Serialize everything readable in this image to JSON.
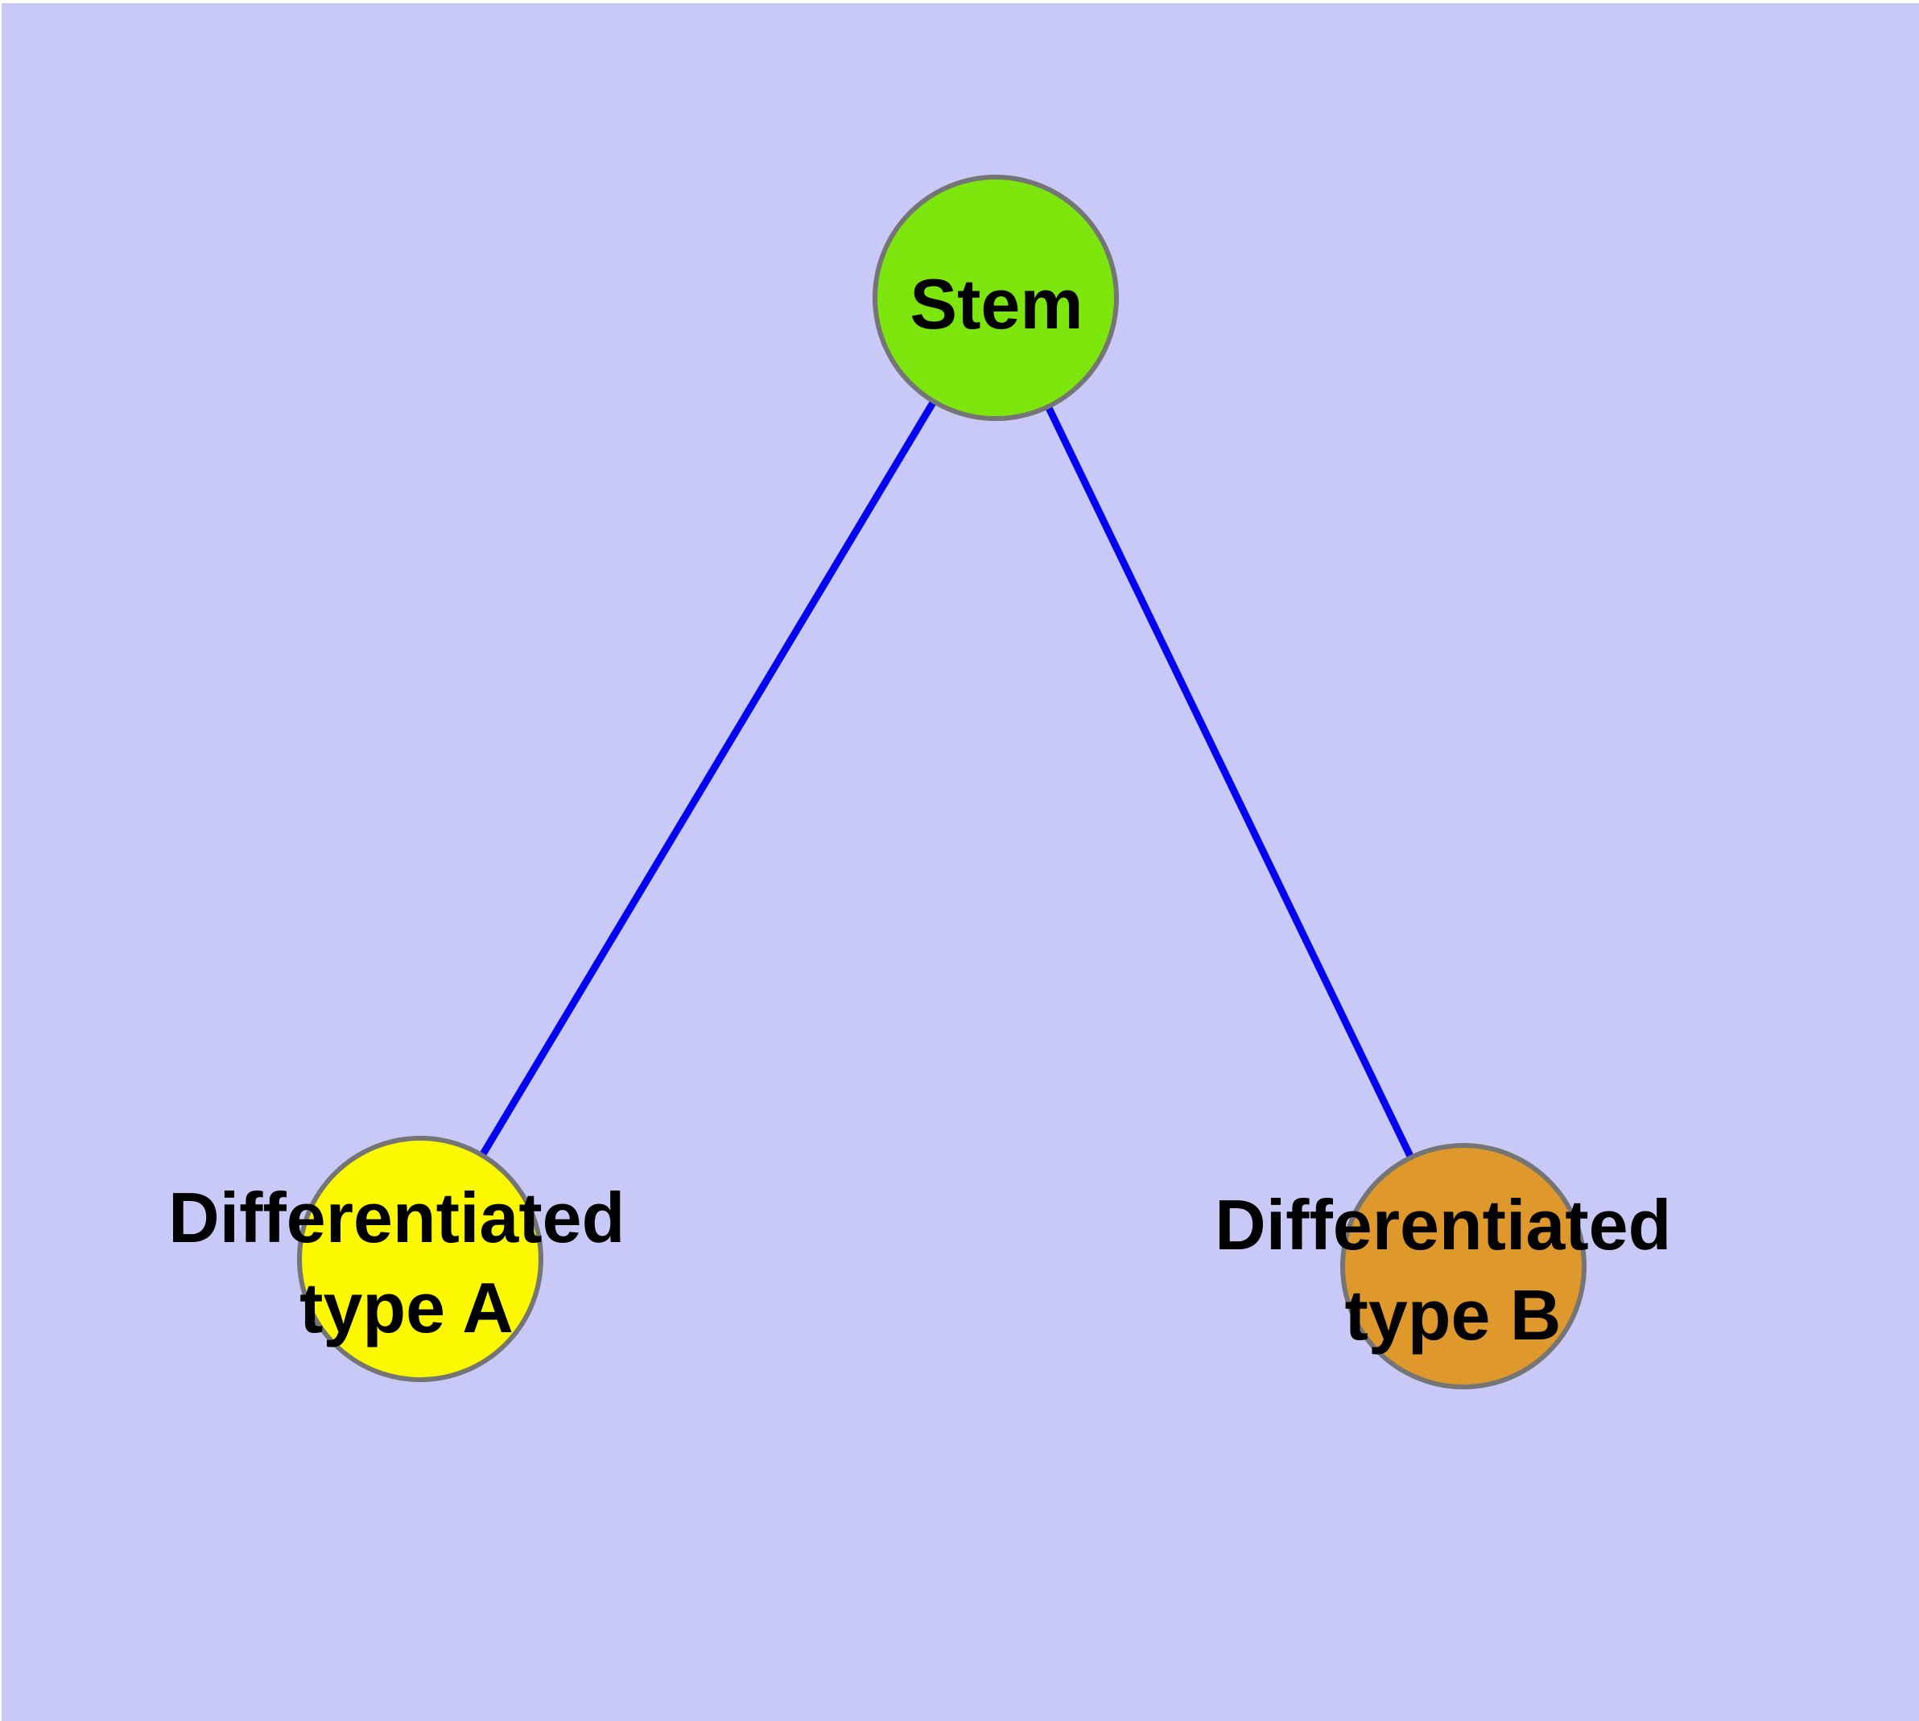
{
  "figure": {
    "type": "node-link-graph",
    "background_color": "#C9C9F8",
    "margin_color": "#FFFFFF",
    "edge_color": "#0303F2",
    "node_border_color": "#757575",
    "label_color": "#000000"
  },
  "nodes": {
    "stem": {
      "label": "Stem",
      "color": "#7DE60D"
    },
    "type_a": {
      "label": "Differentiated type A",
      "line1": "Differentiated",
      "line2": "type A",
      "color": "#FBF800"
    },
    "type_b": {
      "label": "Differentiated type B",
      "line1": "Differentiated",
      "line2": "type B",
      "color": "#DF982B"
    }
  },
  "edges": [
    {
      "from": "Stem",
      "to": "Differentiated type A"
    },
    {
      "from": "Stem",
      "to": "Differentiated type B"
    }
  ]
}
